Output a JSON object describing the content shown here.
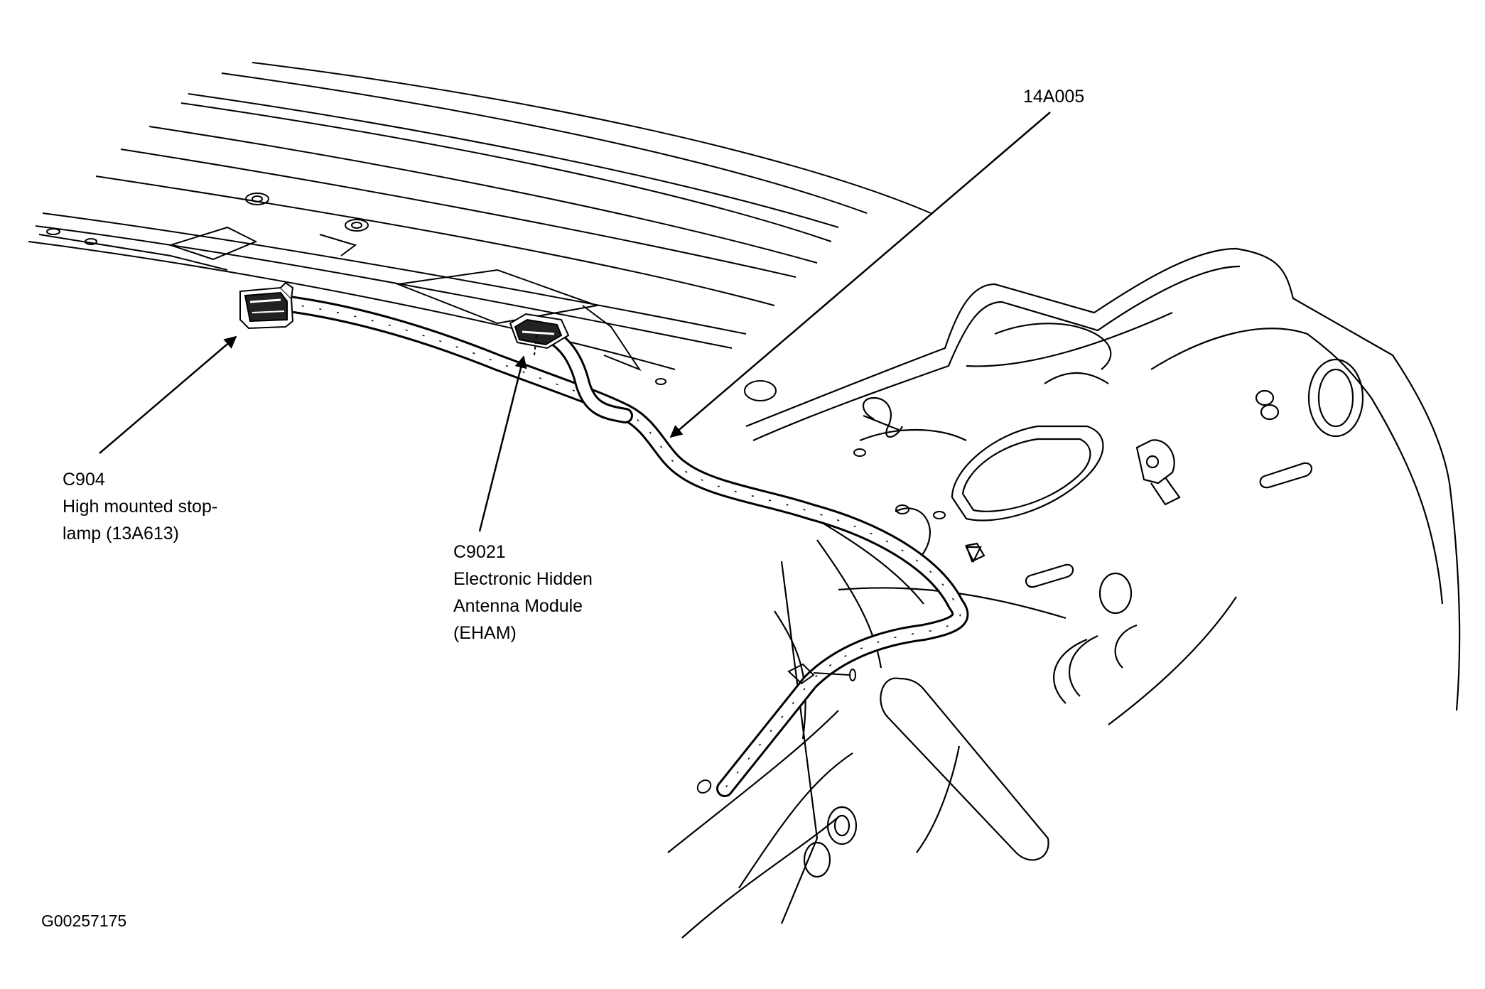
{
  "labels": {
    "harness": {
      "id": "14A005"
    },
    "c904": {
      "id": "C904",
      "line1": "High mounted stop-",
      "line2": "lamp (13A613)"
    },
    "c9021": {
      "id": "C9021",
      "line1": "Electronic Hidden",
      "line2": "Antenna Module",
      "line3": "(EHAM)"
    }
  },
  "figure_code": "G00257175",
  "colors": {
    "ink": "#000000",
    "paper": "#ffffff"
  }
}
